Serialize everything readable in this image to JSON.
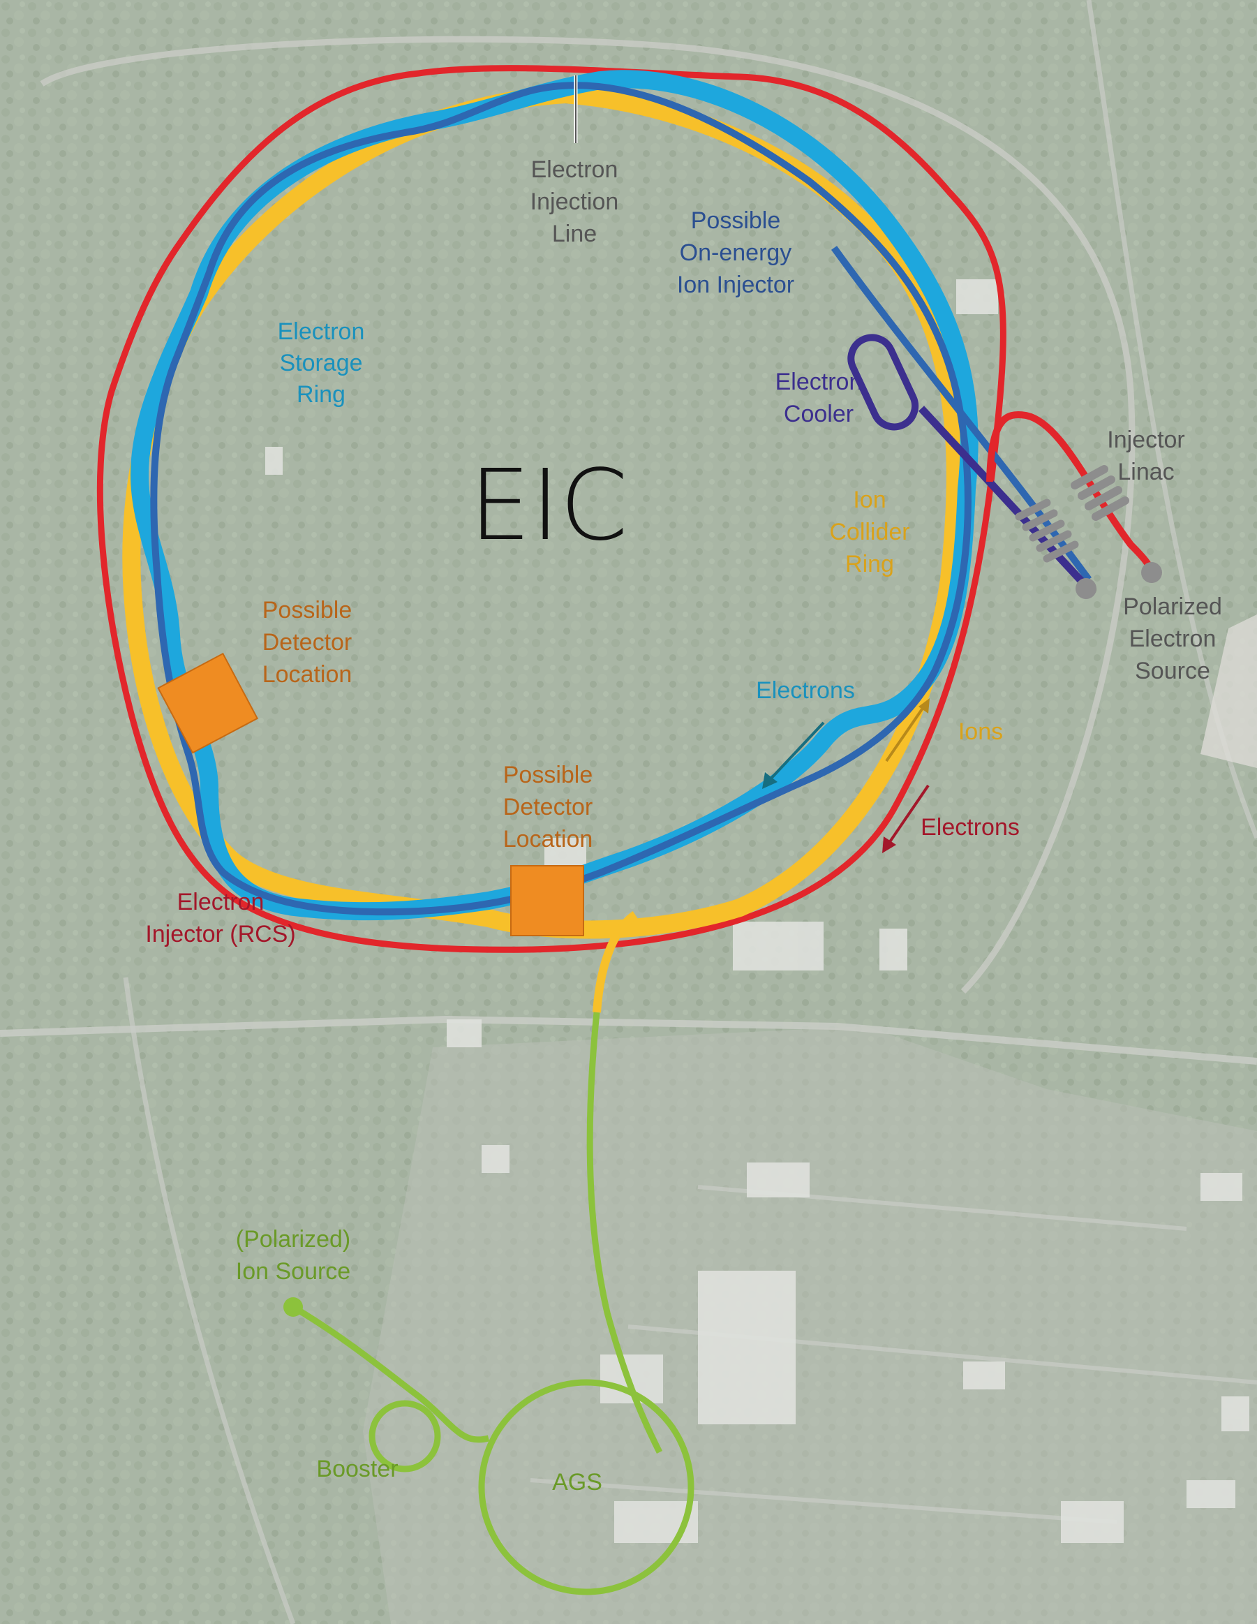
{
  "title": "EIC",
  "colors": {
    "red": "#e2262b",
    "blue": "#2e67b1",
    "cyan": "#1ea7dd",
    "yellow": "#f7c02a",
    "green": "#8cc23c",
    "purple": "#3c2f8e",
    "orange": "#ef8c22",
    "gray": "#8d8d8d"
  },
  "labels": {
    "electron_injection_line": [
      "Electron",
      "Injection",
      "Line"
    ],
    "on_energy_injector": [
      "Possible",
      "On-energy",
      "Ion Injector"
    ],
    "electron_storage_ring": [
      "Electron",
      "Storage",
      "Ring"
    ],
    "electron_cooler": [
      "Electron",
      "Cooler"
    ],
    "injector_linac": [
      "Injector",
      "Linac"
    ],
    "ion_collider_ring": [
      "Ion",
      "Collider",
      "Ring"
    ],
    "polarized_electron_source": [
      "Polarized",
      "Electron",
      "Source"
    ],
    "detector_left": [
      "Possible",
      "Detector",
      "Location"
    ],
    "detector_bottom": [
      "Possible",
      "Detector",
      "Location"
    ],
    "electrons_cyan": "Electrons",
    "ions": "Ions",
    "electrons_red": "Electrons",
    "electron_injector_rcs": [
      "Electron",
      "Injector (RCS)"
    ],
    "polarized_ion_source": [
      "(Polarized)",
      "Ion Source"
    ],
    "booster": "Booster",
    "ags": "AGS"
  }
}
